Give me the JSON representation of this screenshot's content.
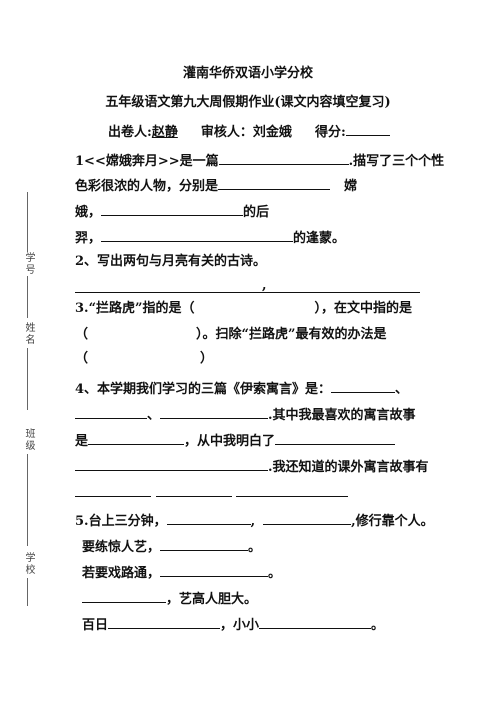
{
  "header": {
    "school": "灌南华侨双语小学分校",
    "title": "五年级语文第九大周假期作业(课文内容填空复习)",
    "author_label": "出卷人:",
    "author": "赵静",
    "reviewer_label": "审核人：刘金娥",
    "score_label": "得分:"
  },
  "margin_labels": [
    "学号",
    "姓名",
    "班级",
    "学校"
  ],
  "q1": {
    "line1_a": "1<<嫦娥奔月>>是一篇",
    "line1_b": ".描写了三个个性",
    "line2": "色彩很浓的人物，分别是",
    "line2_end": "嫦",
    "line3_a": "娥，",
    "line3_b": "的后",
    "line4_a": "羿，",
    "line4_b": "的逢蒙。"
  },
  "q2": {
    "text": "2、写出两句与月亮有关的古诗。",
    "comma": ","
  },
  "q3": {
    "line1_a": "3.“拦路虎”指的是（",
    "line1_b": "），在文中指的是",
    "line2_a": "（",
    "line2_b": "）。扫除“拦路虎”最有效的办法是",
    "line3_a": "（",
    "line3_b": "）"
  },
  "q4": {
    "line1_a": "4、本学期我们学习的三篇《伊索寓言》是：",
    "line1_b": "、",
    "line2_a": "、",
    "line2_b": ".其中我最喜欢的寓言故事",
    "line3_a": "是",
    "line3_b": "，从中我明白了",
    "line4": ".我还知道的课外寓言故事有"
  },
  "q5": {
    "line1_a": "5.台上三分钟，",
    "line1_b": ",",
    "line1_c": ",修行靠个人。",
    "line2": "要练惊人艺，",
    "line2_end": "。",
    "line3": "若要戏路通，",
    "line3_end": "。",
    "line4": "，艺高人胆大。",
    "line5_a": "百日",
    "line5_b": "，小小",
    "line5_c": "。"
  }
}
